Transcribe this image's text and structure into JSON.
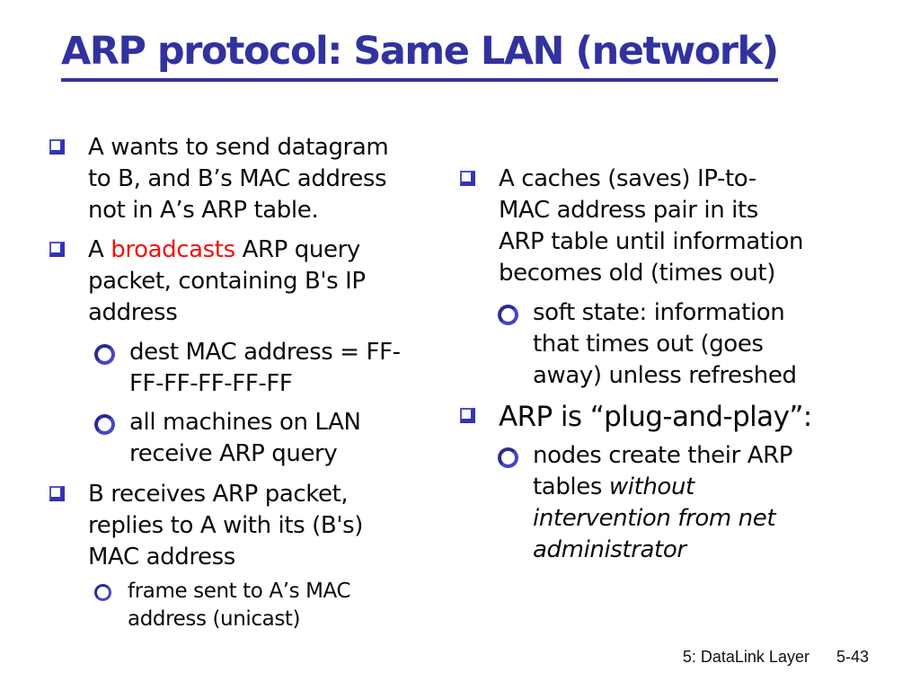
{
  "title": "ARP protocol: Same LAN (network)",
  "colors": {
    "title_blue": "#32329f",
    "bullet_blue": "#3434b2",
    "highlight_red": "#ee1111",
    "text": "#0a0a0a",
    "background": "#ffffff"
  },
  "icons": {
    "level1_bullet": "square-3d",
    "level2_bullet": "circle-ring"
  },
  "left": {
    "items": [
      {
        "text": "A wants to send datagram\nto B, and B’s MAC address\nnot in A’s ARP table."
      },
      {
        "pre": "A ",
        "highlight": "broadcasts",
        "post": " ARP query\npacket, containing B's IP\naddress"
      },
      {
        "text": "dest MAC address = FF-\nFF-FF-FF-FF-FF"
      },
      {
        "text": "all machines on LAN\nreceive ARP query"
      },
      {
        "text": "B receives ARP packet,\nreplies to A with its (B's)\nMAC address"
      },
      {
        "text": "frame sent to A’s MAC\naddress (unicast)"
      }
    ]
  },
  "right": {
    "items": [
      {
        "text": "A caches (saves) IP-to-\nMAC address pair in its\nARP table until information\nbecomes old (times out)"
      },
      {
        "text": "soft state: information\nthat times out (goes\naway) unless refreshed"
      },
      {
        "text": "ARP is “plug-and-play”:"
      },
      {
        "pre": "nodes create their ARP\ntables ",
        "italic": "without\nintervention from net\nadministrator"
      }
    ]
  },
  "footer": {
    "section": "5: DataLink Layer",
    "page": "5-43"
  }
}
